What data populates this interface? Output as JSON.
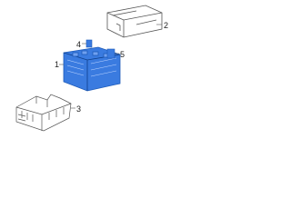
{
  "callouts": {
    "c1": "1",
    "c2": "2",
    "c3": "3",
    "c4": "4",
    "c5": "5"
  },
  "colors": {
    "highlight_fill": "#3a7be0",
    "highlight_stroke": "#1e5bb8",
    "line": "#555555"
  }
}
